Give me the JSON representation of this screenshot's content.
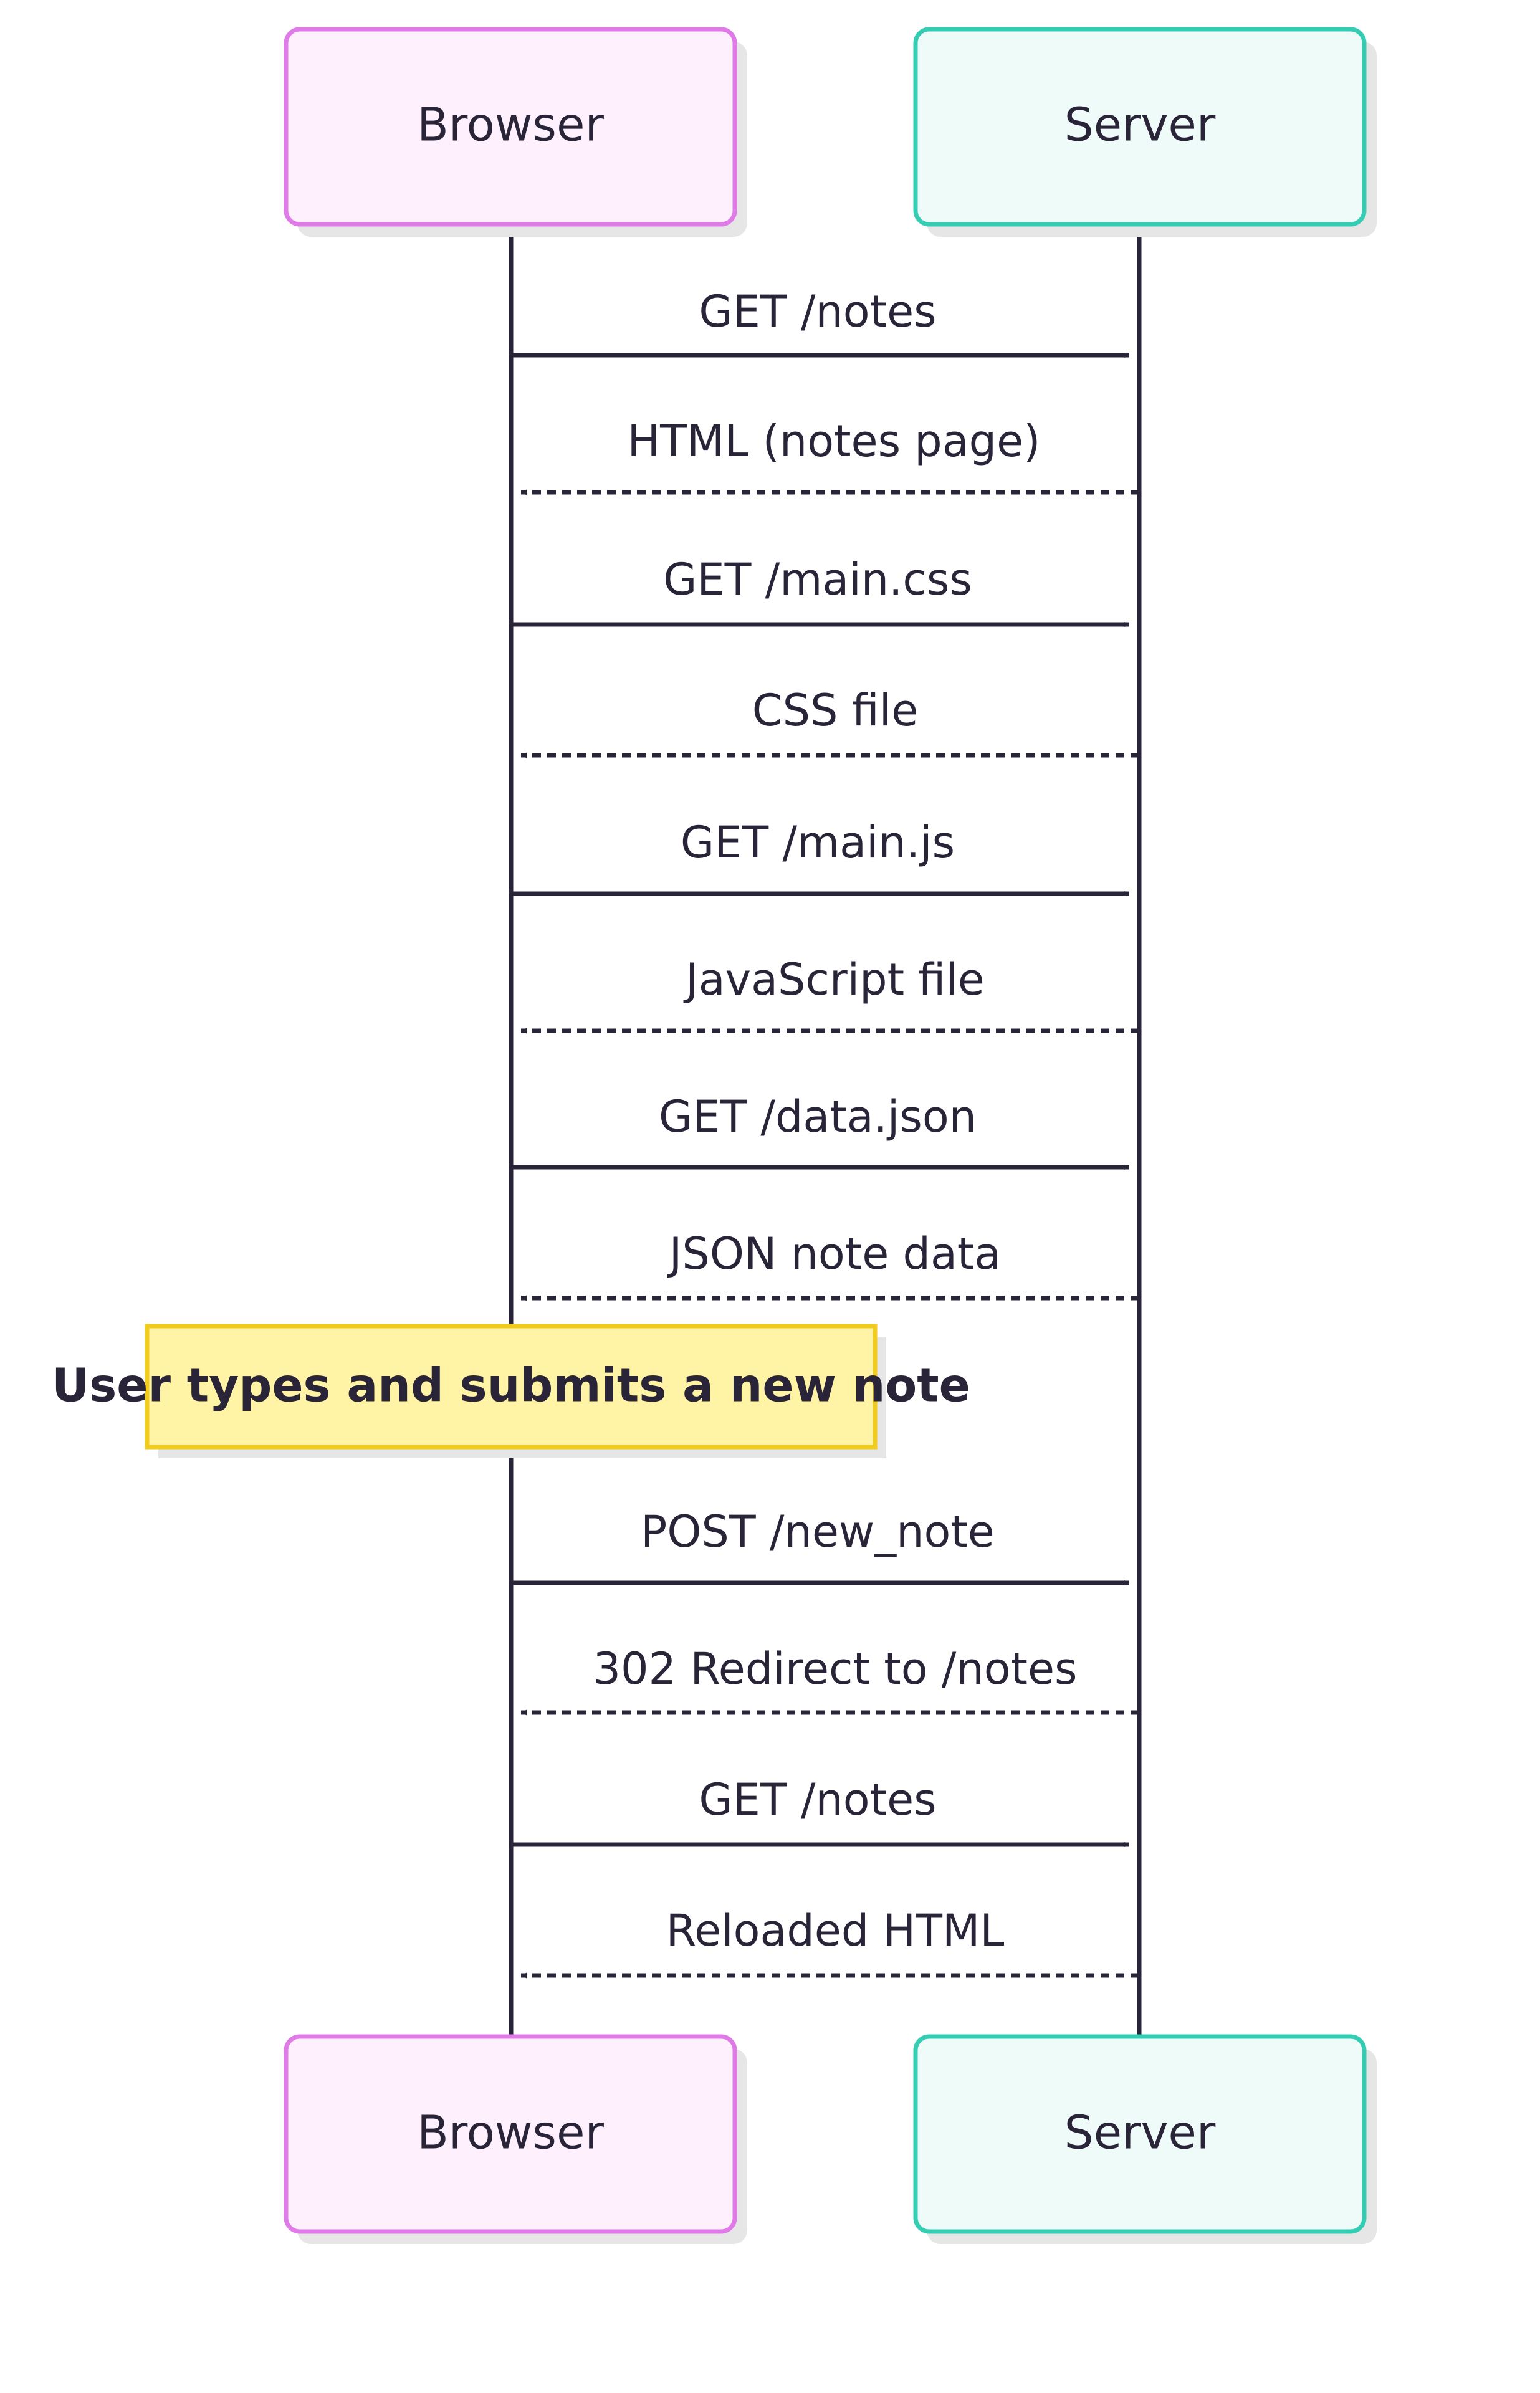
{
  "participants": {
    "browser": {
      "label": "Browser",
      "fill": "#fef1fd",
      "stroke": "#e07ae8"
    },
    "server": {
      "label": "Server",
      "fill": "#eefbf8",
      "stroke": "#34cdb3"
    }
  },
  "colors": {
    "line": "#2a2438",
    "text": "#2a2438",
    "shadow": "#e6e6e6",
    "note_fill": "#fff4a6",
    "note_stroke": "#f2cc1c"
  },
  "messages": [
    {
      "label": "GET /notes",
      "from": "browser",
      "to": "server",
      "style": "solid"
    },
    {
      "label": "HTML (notes page)",
      "from": "server",
      "to": "browser",
      "style": "dashed"
    },
    {
      "label": "GET /main.css",
      "from": "browser",
      "to": "server",
      "style": "solid"
    },
    {
      "label": "CSS file",
      "from": "server",
      "to": "browser",
      "style": "dashed"
    },
    {
      "label": "GET /main.js",
      "from": "browser",
      "to": "server",
      "style": "solid"
    },
    {
      "label": "JavaScript file",
      "from": "server",
      "to": "browser",
      "style": "dashed"
    },
    {
      "label": "GET /data.json",
      "from": "browser",
      "to": "server",
      "style": "solid"
    },
    {
      "label": "JSON note data",
      "from": "server",
      "to": "browser",
      "style": "dashed"
    },
    {
      "label": "POST /new_note",
      "from": "browser",
      "to": "server",
      "style": "solid"
    },
    {
      "label": "302 Redirect to /notes",
      "from": "server",
      "to": "browser",
      "style": "dashed"
    },
    {
      "label": "GET /notes",
      "from": "browser",
      "to": "server",
      "style": "solid"
    },
    {
      "label": "Reloaded HTML",
      "from": "server",
      "to": "browser",
      "style": "dashed"
    }
  ],
  "note": {
    "text": "User types and submits a new note",
    "over": "browser"
  }
}
